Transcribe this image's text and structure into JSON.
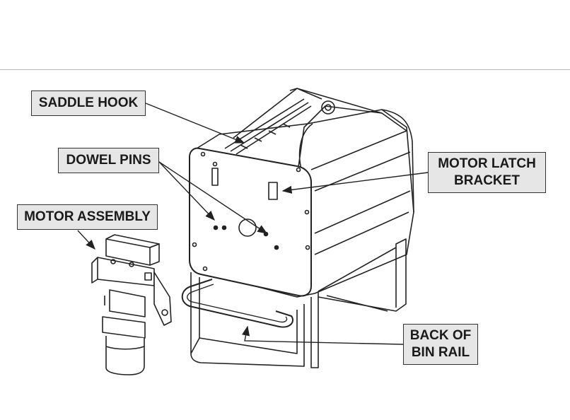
{
  "labels": {
    "saddle_hook": "SADDLE HOOK",
    "dowel_pins": "DOWEL PINS",
    "motor_assembly": "MOTOR ASSEMBLY",
    "motor_latch_bracket": [
      "MOTOR LATCH",
      "BRACKET"
    ],
    "back_of_bin_rail": [
      "BACK OF",
      "BIN RAIL"
    ]
  }
}
